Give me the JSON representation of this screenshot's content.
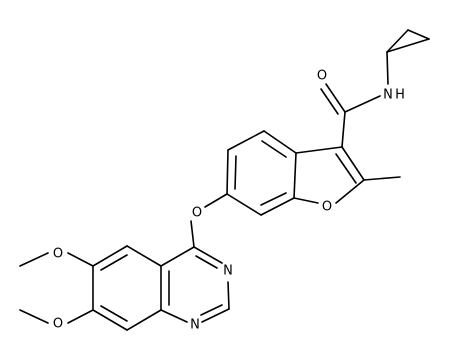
{
  "molecule": {
    "atom_labels": {
      "o_carbonyl": "O",
      "n_amide": "N",
      "h_amide": "H",
      "o_furan": "O",
      "o_ether": "O",
      "o_methoxy_6": "O",
      "o_methoxy_7": "O",
      "n_pyrimidine_3": "N",
      "n_pyrimidine_1": "N"
    }
  }
}
